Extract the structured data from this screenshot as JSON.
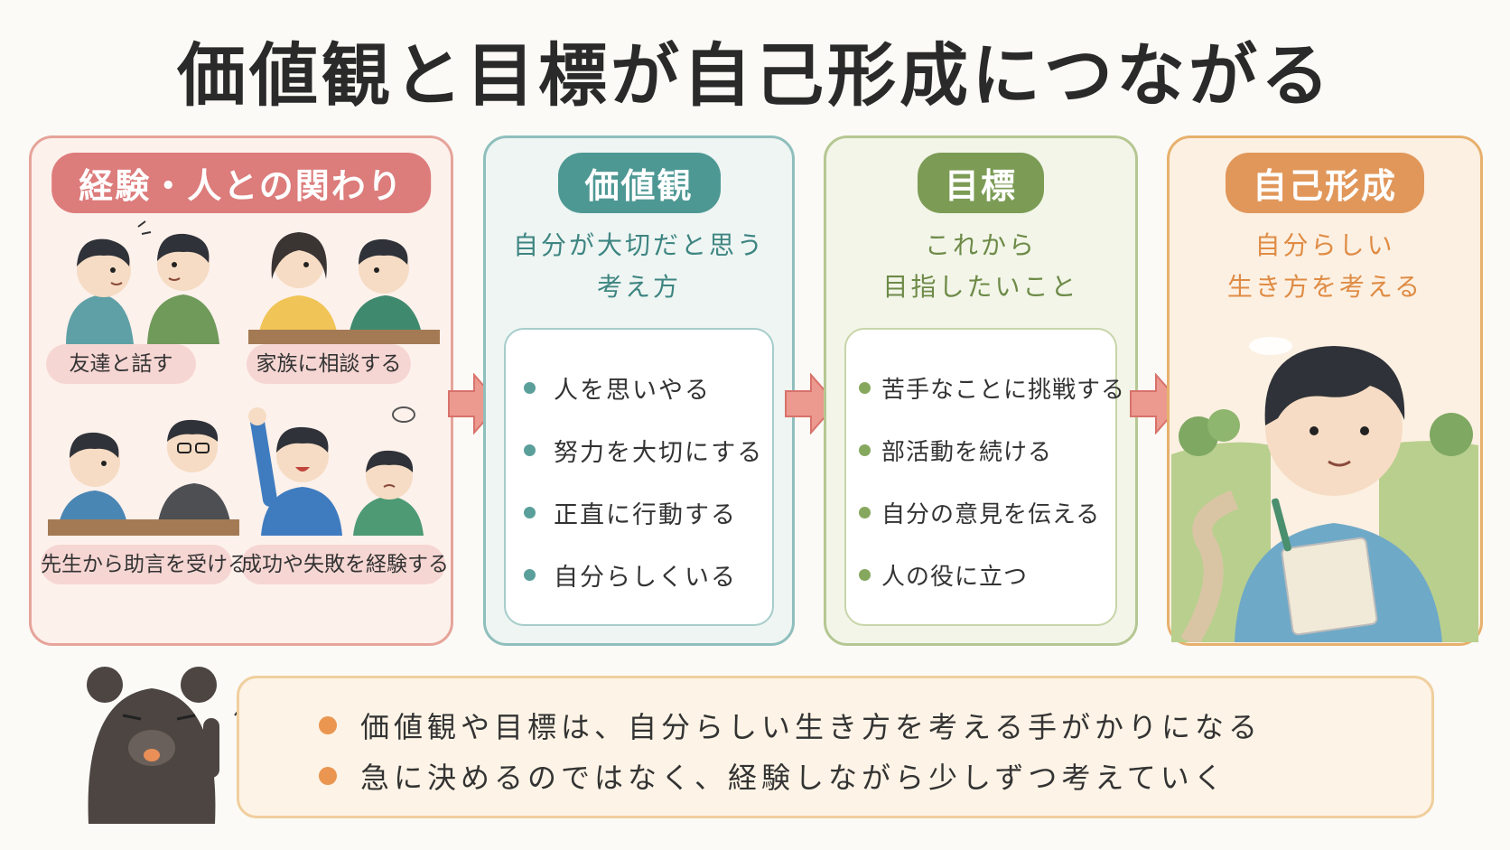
{
  "title": "価値観と目標が自己形成につながる",
  "experience": {
    "heading": "経験・人との関わり",
    "scenes": [
      {
        "caption": "友達と話す"
      },
      {
        "caption": "家族に相談する"
      },
      {
        "caption": "先生から助言を受ける"
      },
      {
        "caption": "成功や失敗を経験する"
      }
    ]
  },
  "values": {
    "heading": "価値観",
    "subtitle_line1": "自分が大切だと思う",
    "subtitle_line2": "考え方",
    "items": [
      "人を思いやる",
      "努力を大切にする",
      "正直に行動する",
      "自分らしくいる"
    ]
  },
  "goals": {
    "heading": "目標",
    "subtitle_line1": "これから",
    "subtitle_line2": "目指したいこと",
    "items": [
      "苦手なことに挑戦する",
      "部活動を続ける",
      "自分の意見を伝える",
      "人の役に立つ"
    ]
  },
  "self_formation": {
    "heading": "自己形成",
    "subtitle_line1": "自分らしい",
    "subtitle_line2": "生き方を考える"
  },
  "notes": [
    "価値観や目標は、自分らしい生き方を考える手がかりになる",
    "急に決めるのではなく、経験しながら少しずつ考えていく"
  ],
  "colors": {
    "experience": "#dc7c7b",
    "values": "#4e9894",
    "goals": "#7c9c55",
    "self_formation": "#e1975a",
    "arrow": "#e88a82",
    "bullet": "#ea9650"
  }
}
